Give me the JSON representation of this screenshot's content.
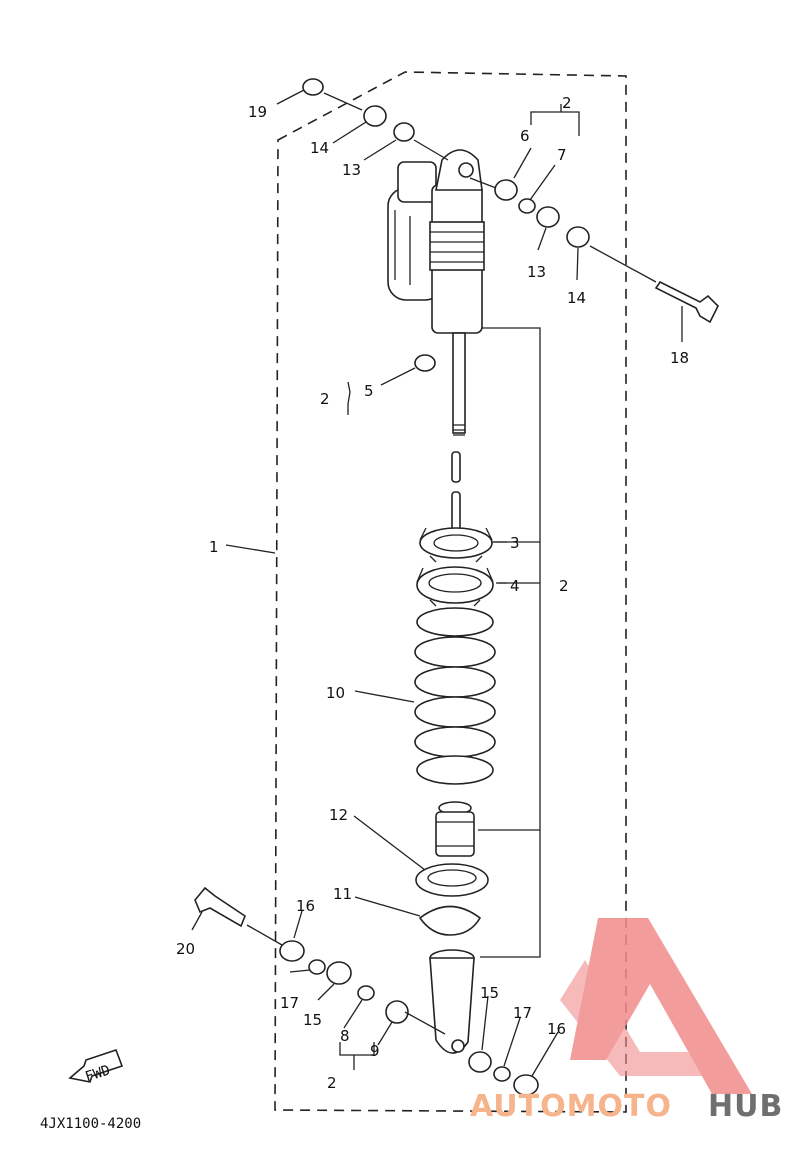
{
  "diagram": {
    "code": "4JX1100-4200",
    "fwd_label": "FWD",
    "callouts": {
      "c1": "1",
      "c2_top": "2",
      "c2_mid": "2",
      "c2_left": "2",
      "c2_bottom": "2",
      "c3": "3",
      "c4": "4",
      "c5": "5",
      "c6": "6",
      "c7": "7",
      "c8": "8",
      "c9": "9",
      "c10": "10",
      "c11": "11",
      "c12": "12",
      "c13_left": "13",
      "c13_right": "13",
      "c14_left": "14",
      "c14_right": "14",
      "c15_left": "15",
      "c15_right": "15",
      "c16_left": "16",
      "c16_right": "16",
      "c17_left": "17",
      "c17_right": "17",
      "c18": "18",
      "c19": "19",
      "c20": "20"
    }
  },
  "watermark": {
    "part_a": "AUTOMOTO",
    "part_b": "HUB",
    "color_a": "#f6b48c",
    "color_b": "#6f6f6f",
    "logo_color": "#f28b8b"
  }
}
